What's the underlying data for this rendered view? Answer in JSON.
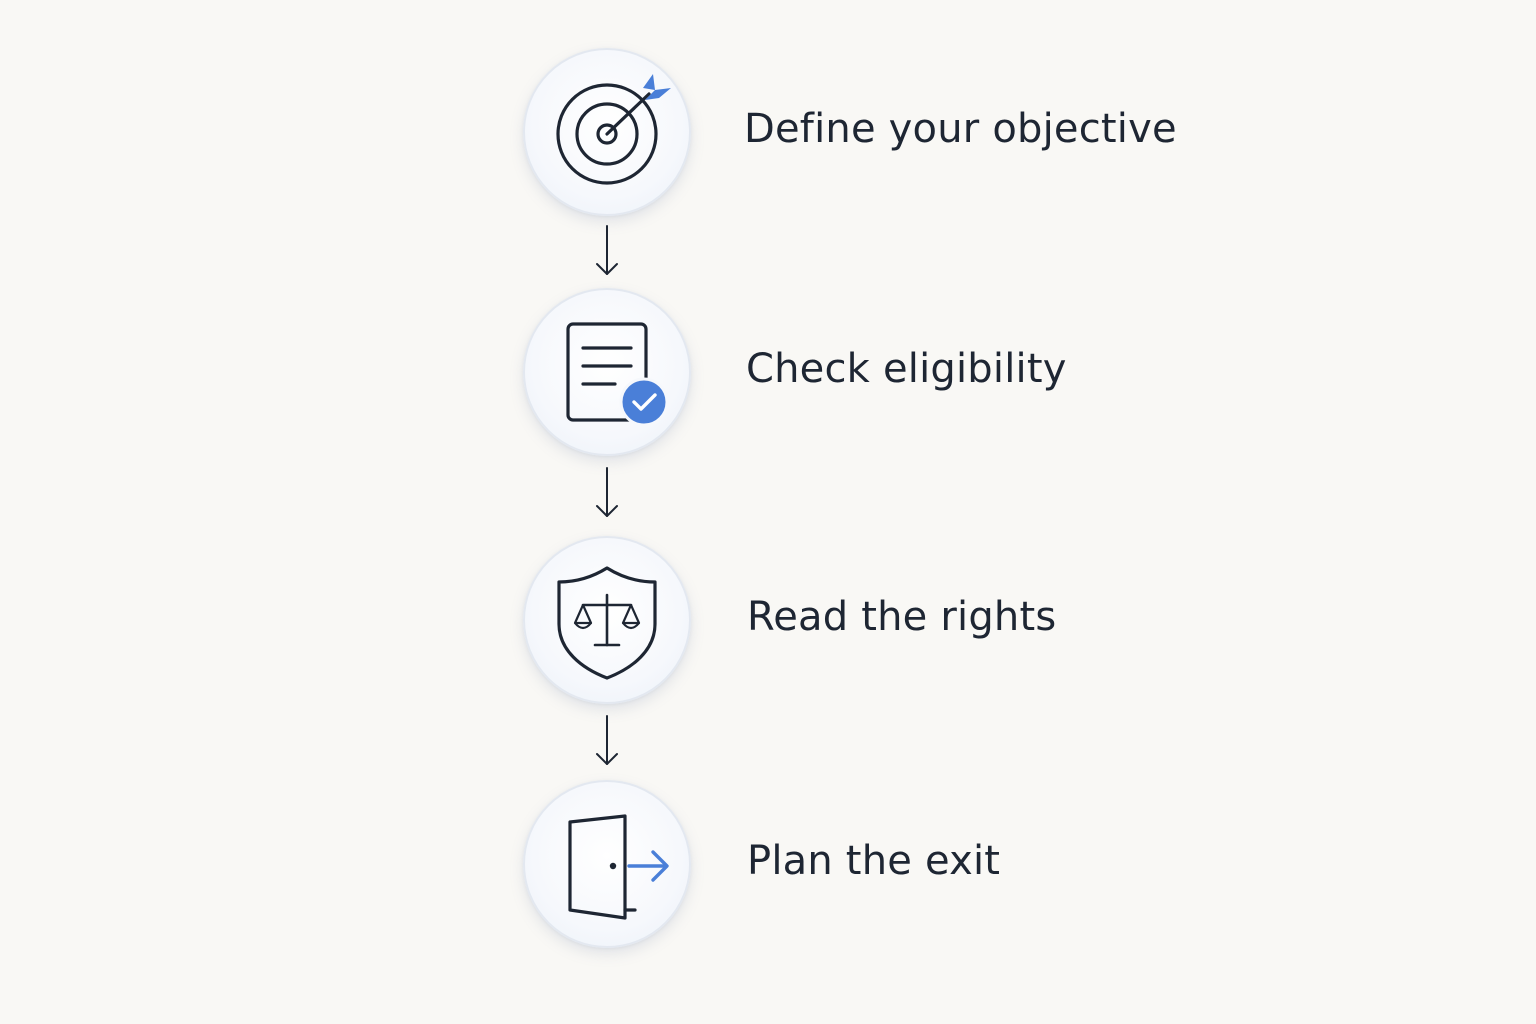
{
  "steps": [
    {
      "label": "Define your objective",
      "icon": "target-arrow-icon"
    },
    {
      "label": "Check eligibility",
      "icon": "document-check-icon"
    },
    {
      "label": "Read the rights",
      "icon": "shield-scales-icon"
    },
    {
      "label": "Plan the exit",
      "icon": "door-exit-icon"
    }
  ],
  "colors": {
    "background": "#f9f8f5",
    "stroke": "#1e2633",
    "accent": "#4a7fd8",
    "circle_border": "#e3e8f0"
  }
}
